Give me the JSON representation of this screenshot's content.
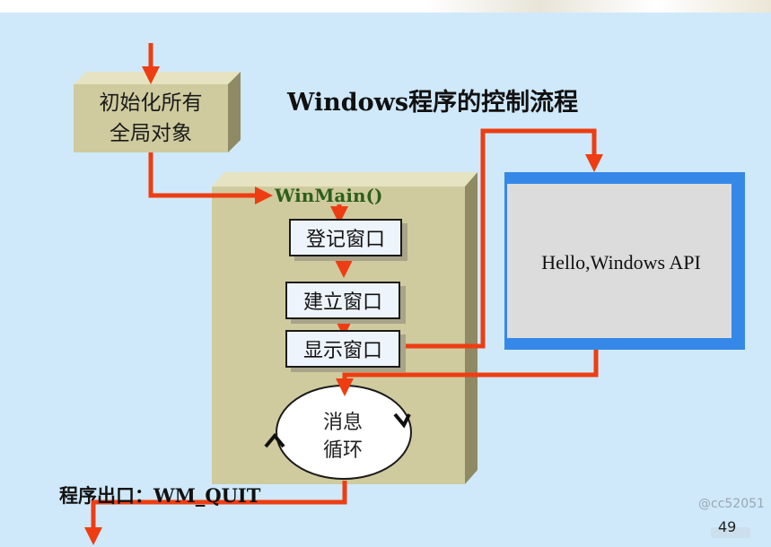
{
  "title": "Windows程序的控制流程",
  "init_box": {
    "line1": "初始化所有",
    "line2": "全局对象"
  },
  "winmain_label": "WinMain()",
  "steps": [
    "登记窗口",
    "建立窗口",
    "显示窗口"
  ],
  "window_text": "Hello,Windows API",
  "loop": {
    "line1": "消息",
    "line2": "循环"
  },
  "exit_label": "程序出口：WM_QUIT",
  "watermark": "@cc52051",
  "page_number": "49",
  "colors": {
    "background": "#cfe9fb",
    "arrow": "#ee3d12",
    "box_face": "#cfcb9e",
    "window_frame": "#3588e8",
    "window_body": "#dcdcdc"
  }
}
